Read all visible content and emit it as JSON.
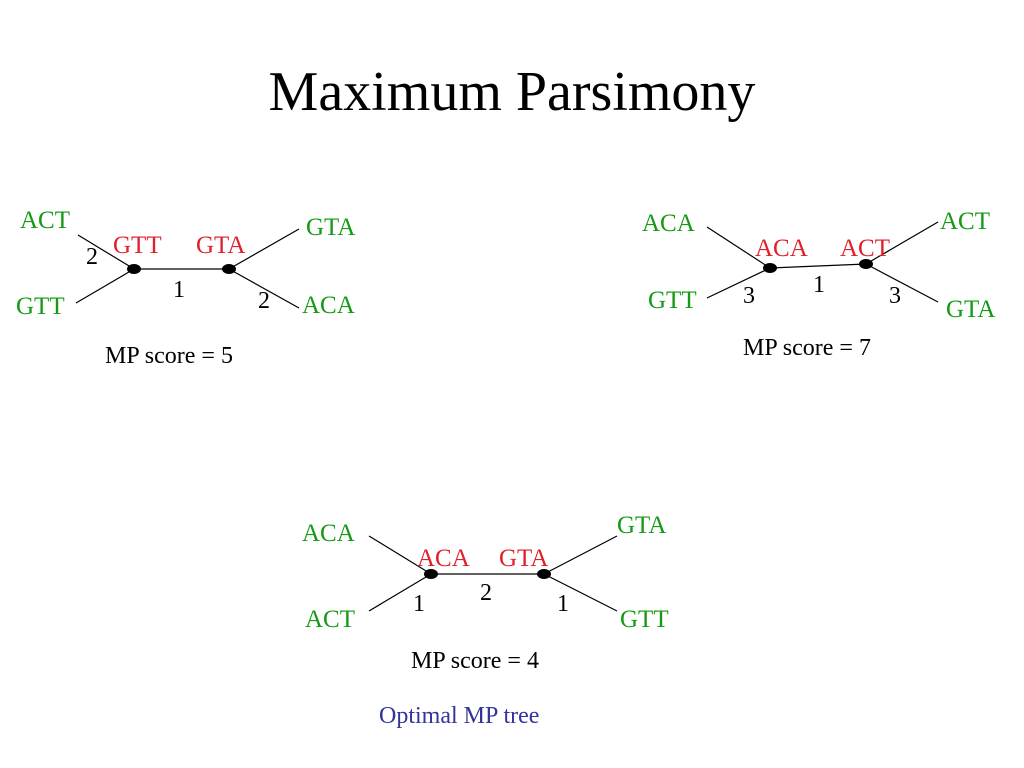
{
  "slide": {
    "title": "Maximum Parsimony",
    "caption": "Optimal MP tree"
  },
  "colors": {
    "leaf": "#159a15",
    "inner": "#e0202a",
    "caption": "#33339a",
    "text": "#000000",
    "edge": "#000000"
  },
  "trees": [
    {
      "leaves": {
        "top_left": "ACT",
        "bottom_left": "GTT",
        "top_right": "GTA",
        "bottom_right": "ACA"
      },
      "internal": {
        "left": "GTT",
        "right": "GTA"
      },
      "branch_lengths": {
        "left": "2",
        "middle": "1",
        "right": "2"
      },
      "score": "MP score = 5"
    },
    {
      "leaves": {
        "top_left": "ACA",
        "bottom_left": "GTT",
        "top_right": "ACT",
        "bottom_right": "GTA"
      },
      "internal": {
        "left": "ACA",
        "right": "ACT"
      },
      "branch_lengths": {
        "left": "3",
        "middle": "1",
        "right": "3"
      },
      "score": "MP score = 7"
    },
    {
      "leaves": {
        "top_left": "ACA",
        "bottom_left": "ACT",
        "top_right": "GTA",
        "bottom_right": "GTT"
      },
      "internal": {
        "left": "ACA",
        "right": "GTA"
      },
      "branch_lengths": {
        "left": "1",
        "middle": "2",
        "right": "1"
      },
      "score": "MP score = 4"
    }
  ]
}
